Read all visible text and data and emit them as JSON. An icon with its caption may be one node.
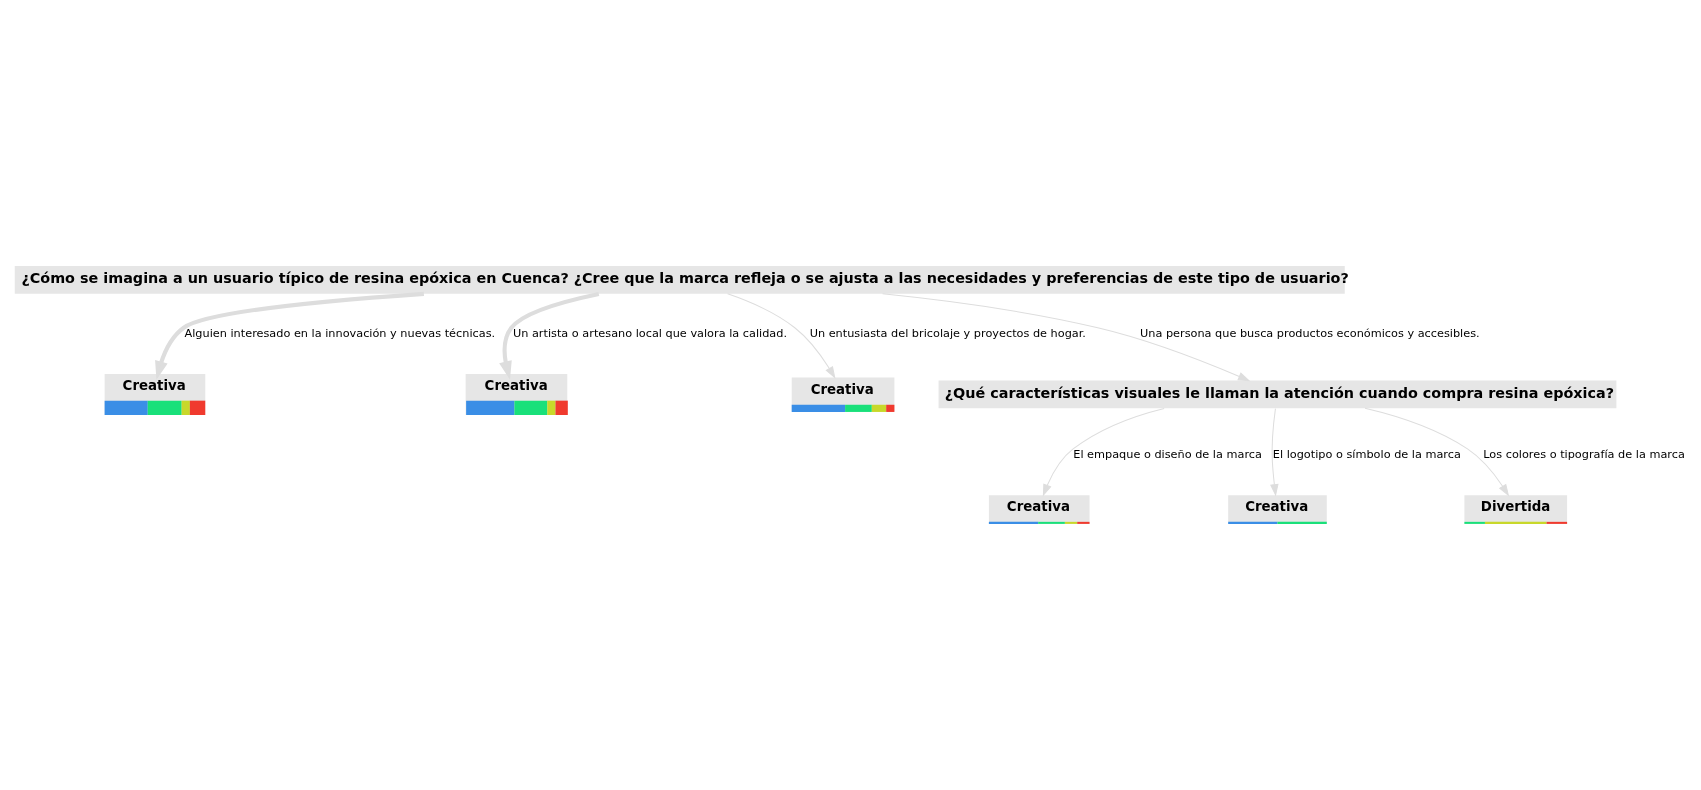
{
  "diagram": {
    "nodes": [
      {
        "text": [
          "¿Cómo se imagina a un usuario típico de resina epóxica en Cuenca? ¿Cree que la marca refleja o se ajusta a las necesidades y preferencias de este tipo de usuario?"
        ]
      },
      {
        "text": [
          "Creativa"
        ]
      },
      {
        "text": [
          "Creativa"
        ]
      },
      {
        "text": [
          "Creativa"
        ]
      },
      {
        "text": [
          "¿Qué características visuales le llaman la atención cuando compra resina epóxica?"
        ]
      },
      {
        "text": [
          "Creativa"
        ]
      },
      {
        "text": [
          "Creativa"
        ]
      },
      {
        "text": [
          "Divertida"
        ]
      }
    ],
    "edges": [
      {
        "from": 0,
        "to": 1,
        "arrow": "to",
        "label": "Alguien interesado en la innovación y nuevas técnicas.",
        "style": "thick"
      },
      {
        "from": 0,
        "to": 2,
        "arrow": "to",
        "label": "Un artista o artesano local que valora la calidad.",
        "style": "thick"
      },
      {
        "from": 0,
        "to": 3,
        "arrow": "to",
        "label": "Un entusiasta del bricolaje y proyectos de hogar."
      },
      {
        "from": 0,
        "to": 4,
        "arrow": "to",
        "label": "Una persona que busca productos económicos y accesibles."
      },
      {
        "from": 4,
        "to": 5,
        "arrow": "to",
        "label": "El empaque o diseño de la marca"
      },
      {
        "from": 4,
        "to": 6,
        "arrow": "to",
        "label": "El logotipo o símbolo de la marca"
      },
      {
        "from": 4,
        "to": 7,
        "arrow": "to",
        "label": "Los colores o tipografía de la marca"
      }
    ]
  }
}
